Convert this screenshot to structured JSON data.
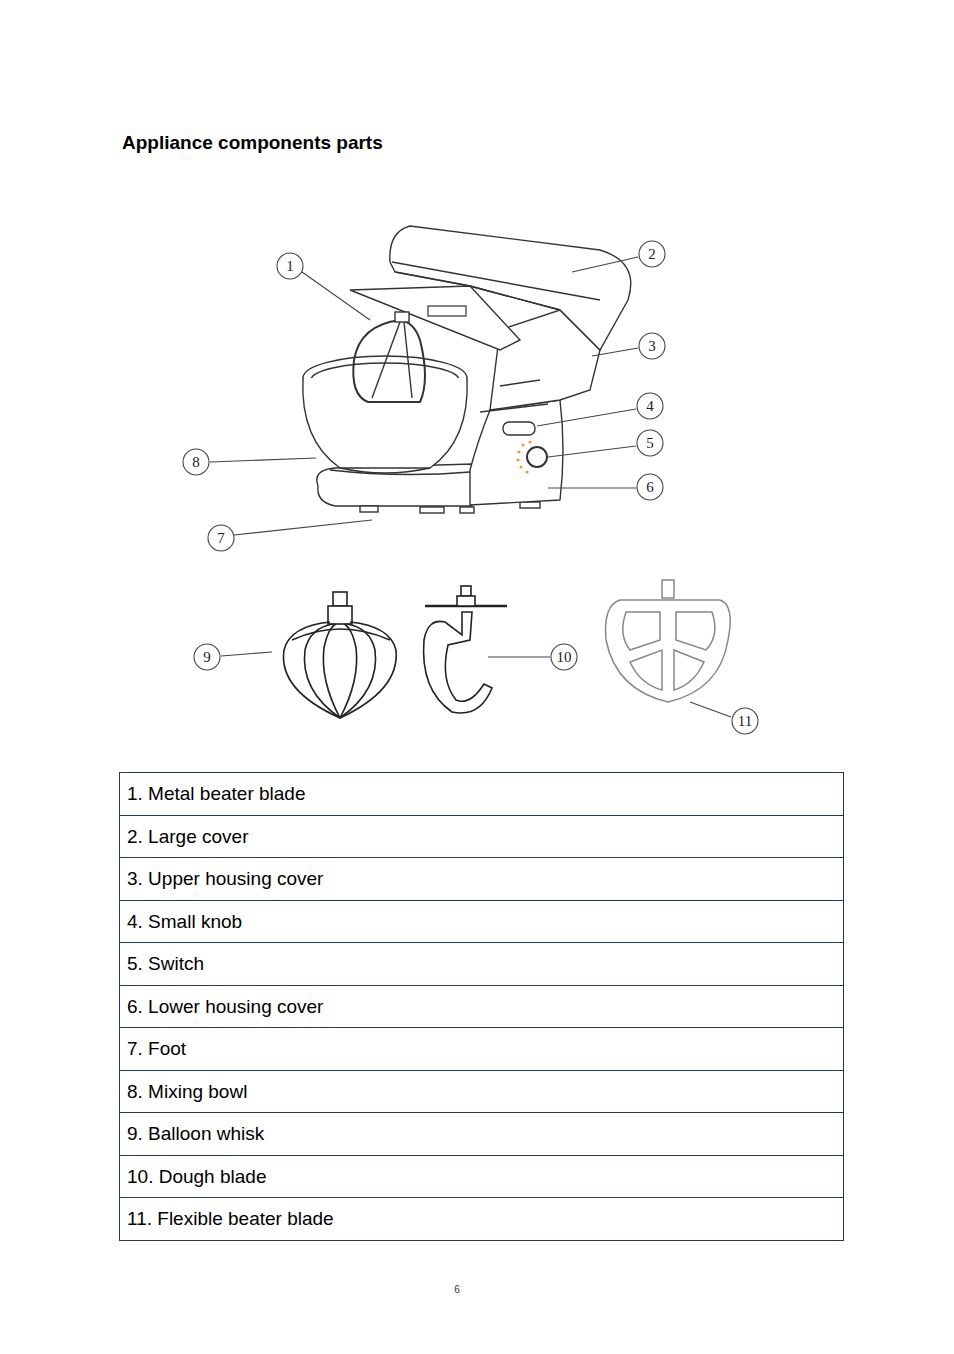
{
  "diagram": {
    "title": "Appliance components parts",
    "labels": [
      "1",
      "2",
      "3",
      "4",
      "5",
      "6",
      "7",
      "8",
      "9",
      "10",
      "11",
      "1. Metal beater blade",
      "2. Large cover",
      "3. Upper housing cover",
      "4. Small knob",
      "5. Switch",
      "6. Lower housing cover",
      "7. Foot",
      "8. Mixing bowl",
      "9. Balloon whisk",
      "10. Dough blade",
      "11. Flexible beater blade",
      "6"
    ]
  }
}
